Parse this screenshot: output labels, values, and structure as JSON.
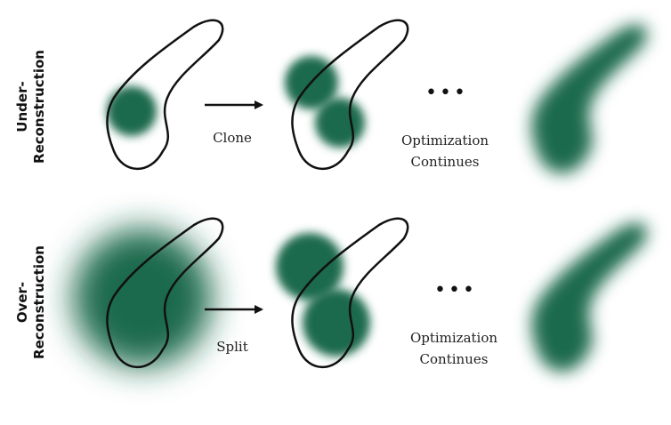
{
  "labels": {
    "under_line1": "Under-",
    "under_line2": "Reconstruction",
    "over_line1": "Over-",
    "over_line2": "Reconstruction",
    "clone": "Clone",
    "split": "Split",
    "opt_line1": "Optimization",
    "opt_line2": "Continues",
    "dots": "•••"
  },
  "colors": {
    "gaussian": "#1c6b4e",
    "outline": "#111111"
  }
}
